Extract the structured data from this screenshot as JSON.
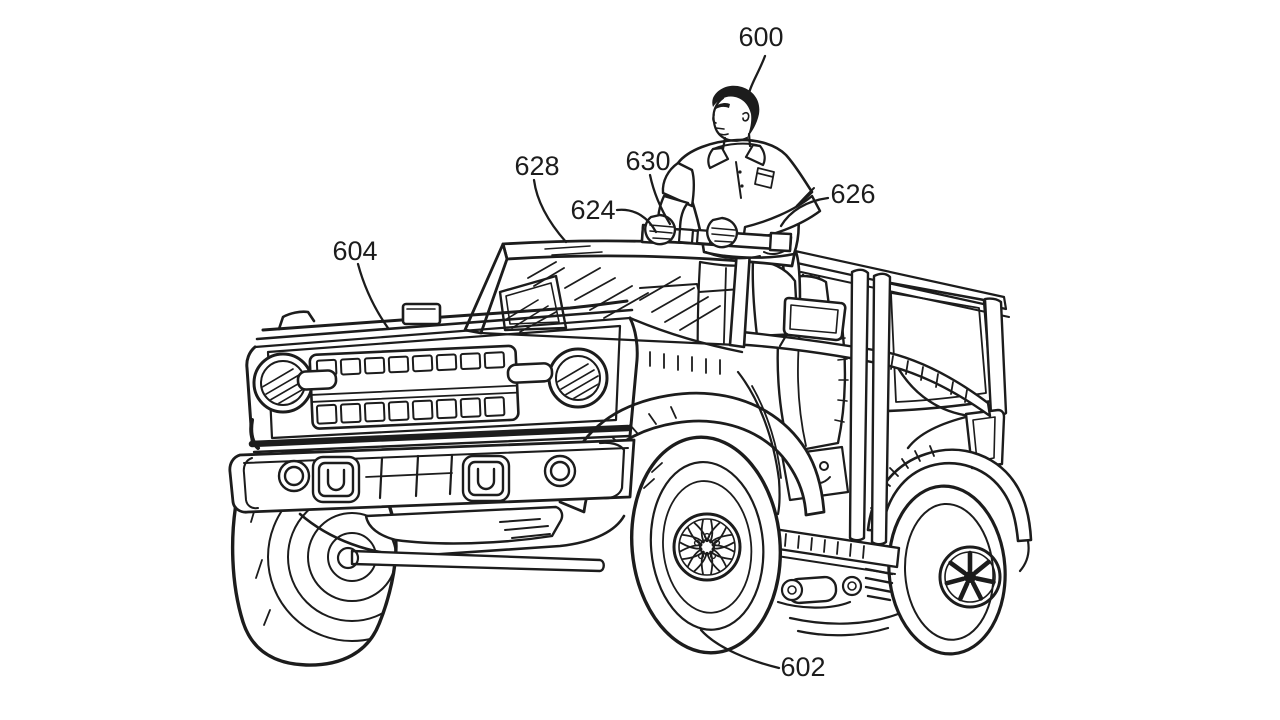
{
  "figure": {
    "background_color": "#ffffff",
    "line_color": "#1c1c1c",
    "labels": [
      {
        "id": "600",
        "text": "600"
      },
      {
        "id": "602",
        "text": "602"
      },
      {
        "id": "604",
        "text": "604"
      },
      {
        "id": "624",
        "text": "624"
      },
      {
        "id": "626",
        "text": "626"
      },
      {
        "id": "628",
        "text": "628"
      },
      {
        "id": "630",
        "text": "630"
      }
    ]
  }
}
